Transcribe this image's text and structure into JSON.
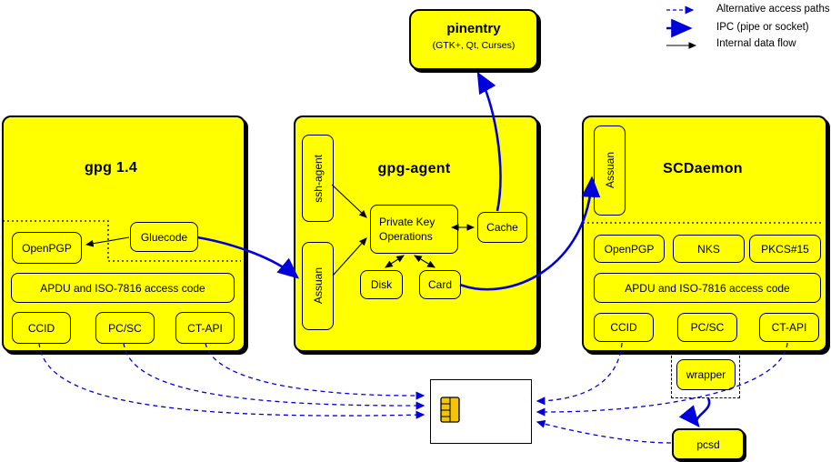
{
  "legend": {
    "alt_paths": "Alternative access paths",
    "ipc": "IPC (pipe or socket)",
    "internal": "Internal data flow"
  },
  "pinentry": {
    "title": "pinentry",
    "subtitle": "(GTK+, Qt, Curses)"
  },
  "gpg14": {
    "title": "gpg 1.4",
    "openpgp": "OpenPGP",
    "gluecode": "Gluecode",
    "apdu": "APDU and ISO-7816 access code",
    "ccid": "CCID",
    "pcsc": "PC/SC",
    "ctapi": "CT-API"
  },
  "gpgagent": {
    "title": "gpg-agent",
    "ssh_agent": "ssh-agent",
    "assuan": "Assuan",
    "pko_line1": "Private Key",
    "pko_line2": "Operations",
    "cache": "Cache",
    "disk": "Disk",
    "card": "Card"
  },
  "scdaemon": {
    "title": "SCDaemon",
    "assuan": "Assuan",
    "openpgp": "OpenPGP",
    "nks": "NKS",
    "pkcs15": "PKCS#15",
    "apdu": "APDU and ISO-7816 access code",
    "ccid": "CCID",
    "pcsc": "PC/SC",
    "ctapi": "CT-API"
  },
  "peripherals": {
    "wrapper": "wrapper",
    "pcsd": "pcsd"
  },
  "colors": {
    "box_yellow": "#ffff00",
    "arrow_blue": "#0000dd",
    "line_black": "#000000"
  }
}
